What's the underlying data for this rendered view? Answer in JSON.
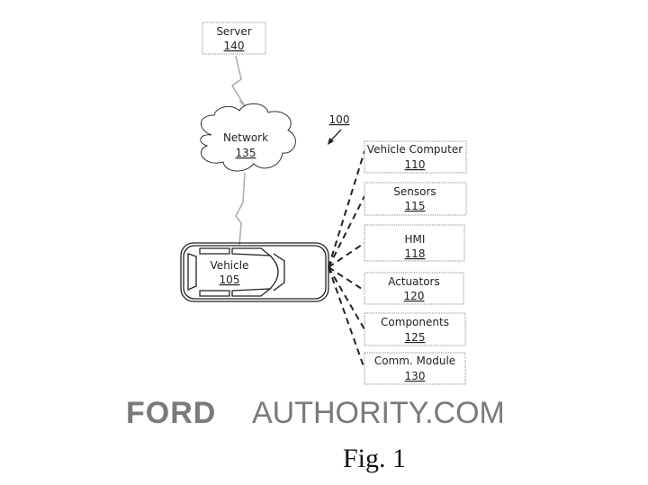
{
  "diagram_ref": "100",
  "server": {
    "label": "Server",
    "num": "140"
  },
  "network": {
    "label": "Network",
    "num": "135"
  },
  "vehicle": {
    "label": "Vehicle",
    "num": "105"
  },
  "components": [
    {
      "label": "Vehicle Computer",
      "num": "110"
    },
    {
      "label": "Sensors",
      "num": "115"
    },
    {
      "label": "HMI",
      "num": "118"
    },
    {
      "label": "Actuators",
      "num": "120"
    },
    {
      "label": "Components",
      "num": "125"
    },
    {
      "label": "Comm. Module",
      "num": "130"
    }
  ],
  "watermark": {
    "brand": "FORD",
    "rest": "AUTHORITY.COM"
  },
  "figure_caption": "Fig. 1"
}
